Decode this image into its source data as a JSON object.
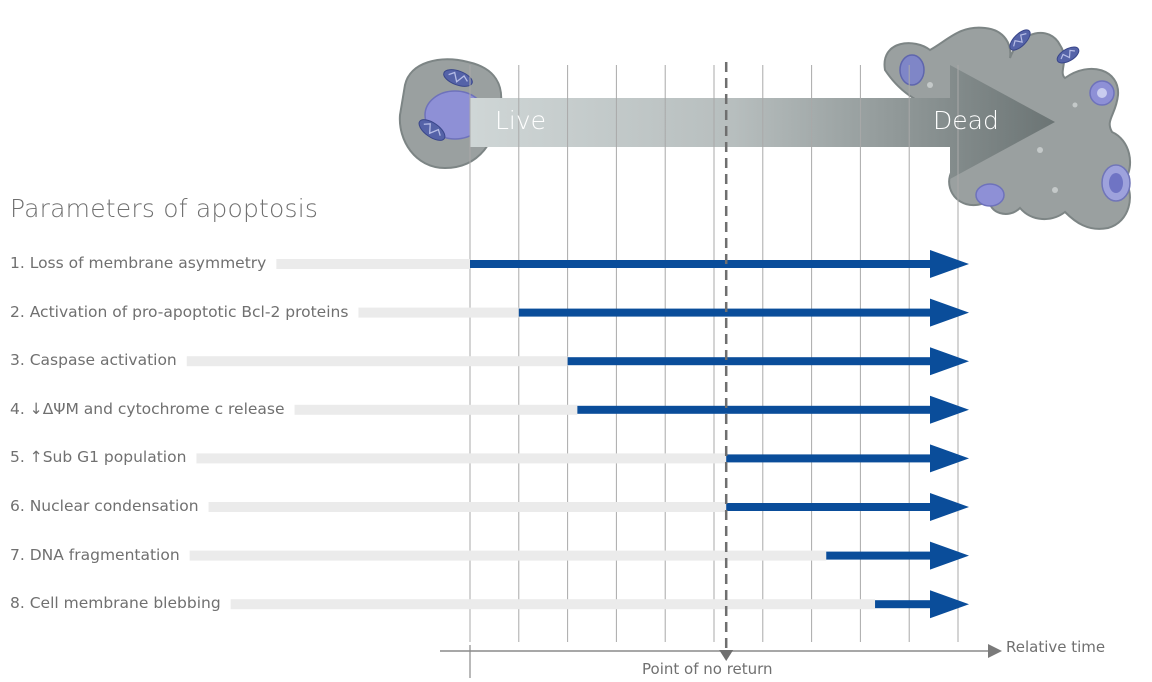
{
  "section_title": "Parameters of apoptosis",
  "banner": {
    "start_label": "Live",
    "end_label": "Dead"
  },
  "axis": {
    "x_label": "Relative time",
    "marker_label": "Point of no return",
    "marker_position": 5.25,
    "end": 10
  },
  "parameters": [
    {
      "label": "1. Loss of membrane asymmetry",
      "onset": 0
    },
    {
      "label": "2. Activation of pro-apoptotic Bcl-2 proteins",
      "onset": 1
    },
    {
      "label": "3. Caspase activation",
      "onset": 2
    },
    {
      "label": "4. ↓ΔΨM and cytochrome c release",
      "onset": 2.2
    },
    {
      "label": "5. ↑Sub G1 population",
      "onset": 5.25
    },
    {
      "label": "6. Nuclear condensation",
      "onset": 5.25
    },
    {
      "label": "7. DNA fragmentation",
      "onset": 7.3
    },
    {
      "label": "8. Cell membrane blebbing",
      "onset": 8.3
    }
  ],
  "colors": {
    "arrow": "#0a4d9a",
    "track": "#ebebeb",
    "grid": "#a9a9a9",
    "text": "#707070",
    "banner_start": "#cfd6d6",
    "banner_end": "#6b7474",
    "cell_body": "#9aa0a0",
    "nucleus": "#8e90d6",
    "mito": "#5563a8"
  }
}
